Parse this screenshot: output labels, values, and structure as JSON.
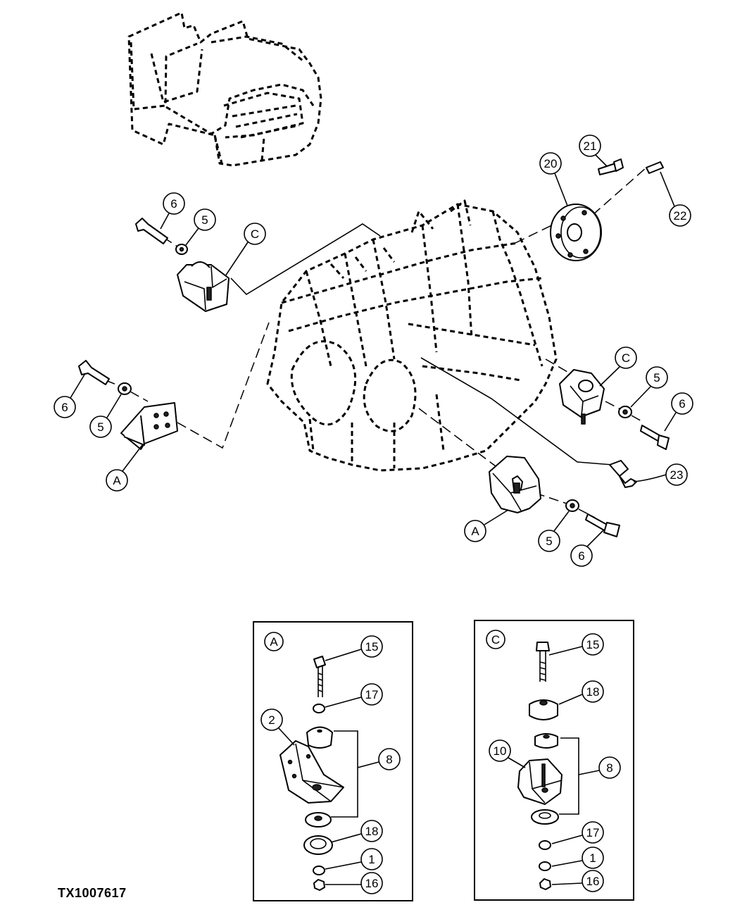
{
  "figure_id": "TX1007617",
  "callouts": {
    "c6_top": "6",
    "c5_top": "5",
    "cC_top": "C",
    "c6_left": "6",
    "c5_left": "5",
    "cA_left": "A",
    "c20": "20",
    "c21": "21",
    "c22": "22",
    "cC_right": "C",
    "c5_right": "5",
    "c6_right": "6",
    "c23": "23",
    "cA_bottom": "A",
    "c5_bottom": "5",
    "c6_bottom": "6"
  },
  "detail_a": {
    "tag": "A",
    "c15": "15",
    "c17": "17",
    "c2": "2",
    "c8": "8",
    "c18": "18",
    "c1": "1",
    "c16": "16"
  },
  "detail_c": {
    "tag": "C",
    "c15": "15",
    "c18": "18",
    "c10": "10",
    "c8": "8",
    "c17": "17",
    "c1": "1",
    "c16": "16"
  }
}
